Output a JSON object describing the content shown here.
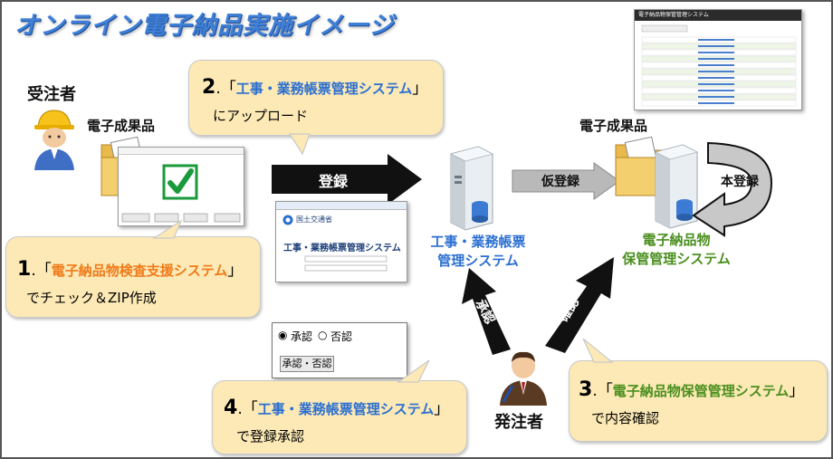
{
  "title": "オンライン電子納品実施イメージ",
  "contractor": {
    "role": "受注者",
    "deliverable": "電子成果品"
  },
  "orderer": {
    "role": "発注者"
  },
  "servers": {
    "workflow": {
      "line1": "工事・業務帳票",
      "line2": "管理システム"
    },
    "storage": {
      "line1": "電子納品物",
      "line2": "保管管理システム",
      "deliverable": "電子成果品"
    }
  },
  "arrows": {
    "register": "登録",
    "temp_register": "仮登録",
    "final_register": "本登録",
    "approve": "承認",
    "confirm": "確認"
  },
  "callouts": {
    "step1": {
      "num": "1",
      "open": ".「",
      "system": "電子納品物検査支援システム",
      "close": "」",
      "line2": "でチェック＆ZIP作成"
    },
    "step2": {
      "num": "2",
      "open": ".「",
      "system": "工事・業務帳票管理システム",
      "close": "」",
      "line2": "にアップロード"
    },
    "step3": {
      "num": "3",
      "open": ".「",
      "system": "電子納品物保管管理システム",
      "close": "」",
      "line2": "で内容確認"
    },
    "step4": {
      "num": "4",
      "open": ".「",
      "system": "工事・業務帳票管理システム",
      "close": "」",
      "line2": "で登録承認"
    }
  },
  "approval_panel": {
    "opt_approve": "承認",
    "opt_reject": "否認",
    "button": "承認・否認"
  },
  "mini_window": {
    "org": "国土交通省",
    "app": "工事・業務帳票管理システム"
  },
  "storage_window": {
    "title": "電子納品物保管管理システム"
  },
  "colors": {
    "title": "#3f7fd6",
    "callout": "#fce9b5",
    "system_blue": "#2c6fd0",
    "system_orange": "#f07a1a",
    "system_green": "#4a8f1e"
  }
}
